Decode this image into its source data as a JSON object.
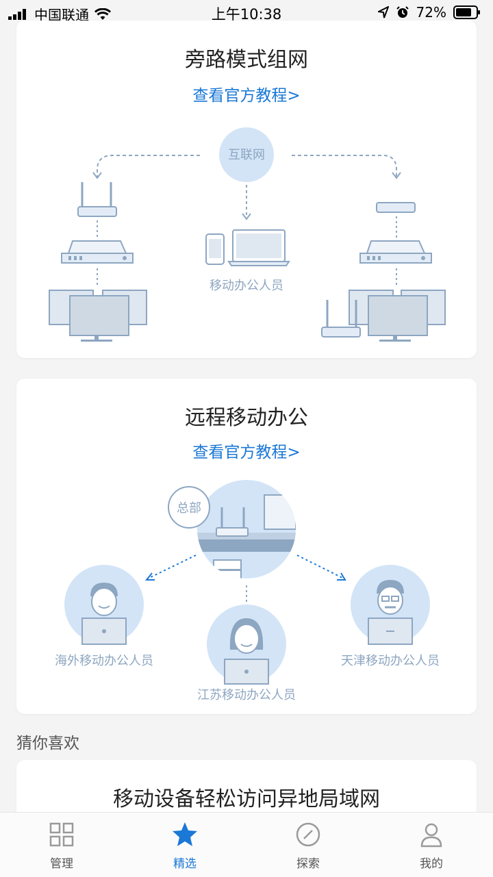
{
  "status_bar": {
    "carrier": "中国联通",
    "time": "上午10:38",
    "battery": "72%"
  },
  "card1": {
    "title": "旁路模式组网",
    "link": "查看官方教程>",
    "internet_label": "互联网",
    "mobile_label": "移动办公人员"
  },
  "card2": {
    "title": "远程移动办公",
    "link": "查看官方教程>",
    "hq_label": "总部",
    "overseas_label": "海外移动办公人员",
    "jiangsu_label": "江苏移动办公人员",
    "tianjin_label": "天津移动办公人员"
  },
  "recommend": {
    "section_title": "猜你喜欢",
    "card_title": "移动设备轻松访问异地局域网"
  },
  "tabbar": {
    "items": [
      {
        "label": "管理",
        "icon": "grid-icon"
      },
      {
        "label": "精选",
        "icon": "star-icon"
      },
      {
        "label": "探索",
        "icon": "compass-icon"
      },
      {
        "label": "我的",
        "icon": "person-icon"
      }
    ],
    "active": "精选"
  },
  "colors": {
    "accent": "#1a78d6",
    "illustration": "#8da6c1",
    "circle_fill": "#d3e4f7"
  }
}
